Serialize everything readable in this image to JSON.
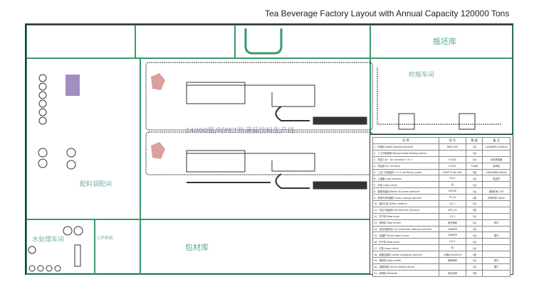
{
  "title": "Tea Beverage Factory Layout with Annual Capacity 120000 Tons",
  "rooms": {
    "preform_store": "瓶坯库",
    "blowing_workshop": "吹瓶车间",
    "blending_room": "配料调配间",
    "water_treatment": "水处理车间",
    "packing_store": "包材库",
    "cip": "CIP系统",
    "line_title": "24000瓶/时PET热灌装饮料生产线"
  },
  "equipment_table": {
    "headers": [
      "名 称",
      "型 号",
      "数 量",
      "备 注"
    ],
    "rows": [
      [
        "1、吹瓶机 Bottle blowing machine",
        "RBM-30H",
        "1台",
        "24000BPH (500ml)"
      ],
      [
        "2、人工补瓶装置 Manual bottle feeding device",
        "",
        "1台",
        ""
      ],
      [
        "3、风送三合一 Air conveyor 3 in 1",
        "FC050",
        "1台",
        "含洗灌旋盖"
      ],
      [
        "4、风送道 Air conveyor",
        "FC051",
        "200米",
        "含风机"
      ],
      [
        "5、三合一热灌装机 3 in 1 hot filling system",
        "RXGF72-60-15B",
        "1套",
        "24000BPH(500ml)"
      ],
      [
        "6、上盖器 Caps elevator",
        "SG-II",
        "1台",
        "风送式"
      ],
      [
        "7、灯检 Lamp check",
        "DJ",
        "1台",
        ""
      ],
      [
        "8、倒瓶杀菌机 Bottle lid steam sterilizer",
        "DPL26",
        "1台",
        "倒瓶时间 15S"
      ],
      [
        "9、喷淋冷却杀菌机 Spray cooling sterilizer",
        "PL-24",
        "1套",
        "冷却时间 10min"
      ],
      [
        "10、缓冲平台 Buffer platform",
        "HC-2",
        "1台",
        ""
      ],
      [
        "11、无压力输送机 No pressure conveyor",
        "WYL-24",
        "1套",
        ""
      ],
      [
        "12、吹干机 Blow dryer",
        "CG-1",
        "1台",
        ""
      ],
      [
        "13、喷码机 Date printer",
        "激光喷码",
        "1台",
        "进口"
      ],
      [
        "14、全自动套标机 Full automatic labeling machine",
        "450BPM",
        "1台",
        ""
      ],
      [
        "15、收缩炉 Shrink label tunnel",
        "450BPM",
        "1台",
        "蒸汽"
      ],
      [
        "16、吹干机 Blow dryer",
        "CG-1",
        "1台",
        ""
      ],
      [
        "17、灯检 Lamp check",
        "DJ",
        "1台",
        ""
      ],
      [
        "18、纸箱包装机 Carton wrapping machine",
        "20箱/min(XX-II)",
        "1套",
        ""
      ],
      [
        "19、喷码机 Date printer",
        "喷码喷码",
        "1台",
        "进口"
      ],
      [
        "20、纸箱封箱 Carton sealing device",
        "",
        "1台",
        "国产"
      ],
      [
        "21、码垛机 Palletizer",
        "低位码垛",
        "1套",
        ""
      ]
    ]
  },
  "colors": {
    "wall": "#3a9a6a",
    "frame": "#333333",
    "equipment": "#333333",
    "robot": "#c77",
    "accent": "#7b5ea7"
  }
}
